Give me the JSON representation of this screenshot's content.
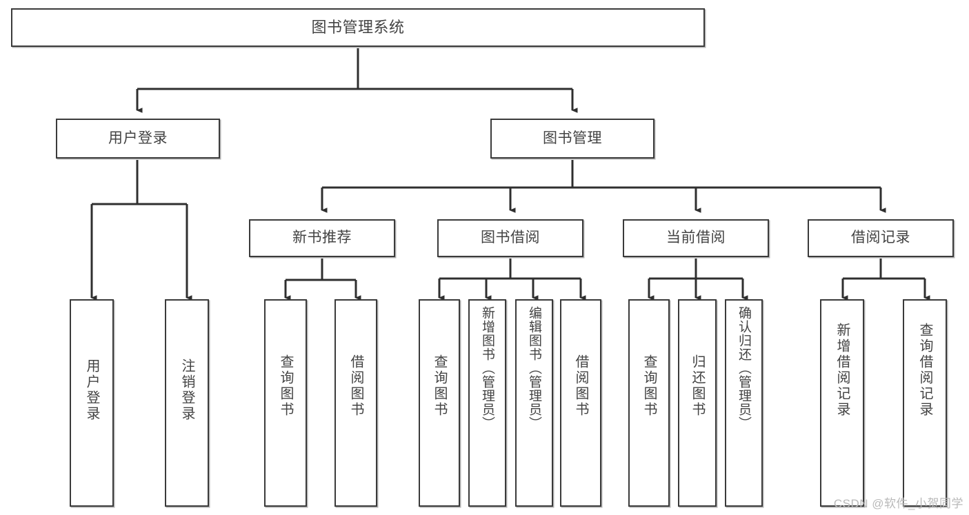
{
  "diagram": {
    "title": "图书管理系统",
    "type": "tree-hierarchy",
    "watermark": "CSDN @软件_小贺同学",
    "colors": {
      "background": "#ffffff",
      "box_border": "#3a3a3a",
      "box_fill": "#ffffff",
      "text": "#434343",
      "connector": "#2f2f2f",
      "watermark": "#b9b9b9"
    }
  },
  "nodes": {
    "root": {
      "label": "图书管理系统"
    },
    "level1": [
      {
        "id": "user-login",
        "label": "用户登录"
      },
      {
        "id": "book-manage",
        "label": "图书管理"
      }
    ],
    "level2": [
      {
        "id": "new-book-rec",
        "label": "新书推荐"
      },
      {
        "id": "book-borrow",
        "label": "图书借阅"
      },
      {
        "id": "current-borrow",
        "label": "当前借阅"
      },
      {
        "id": "borrow-record",
        "label": "借阅记录"
      }
    ],
    "leaves": {
      "user_login": [
        {
          "id": "leaf-user-login",
          "label": "用户登录"
        },
        {
          "id": "leaf-logout",
          "label": "注销登录"
        }
      ],
      "new_book_rec": [
        {
          "id": "leaf-query-book-1",
          "label": "查询图书"
        },
        {
          "id": "leaf-borrow-book-1",
          "label": "借阅图书"
        }
      ],
      "book_borrow": [
        {
          "id": "leaf-query-book-2",
          "label": "查询图书"
        },
        {
          "id": "leaf-add-book",
          "label": "新增图书（管理员）"
        },
        {
          "id": "leaf-edit-book",
          "label": "编辑图书（管理员）"
        },
        {
          "id": "leaf-borrow-book-2",
          "label": "借阅图书"
        }
      ],
      "current_borrow": [
        {
          "id": "leaf-query-book-3",
          "label": "查询图书"
        },
        {
          "id": "leaf-return-book",
          "label": "归还图书"
        },
        {
          "id": "leaf-confirm-return",
          "label": "确认归还（管理员）"
        }
      ],
      "borrow_record": [
        {
          "id": "leaf-add-record",
          "label": "新增借阅记录"
        },
        {
          "id": "leaf-query-record",
          "label": "查询借阅记录"
        }
      ]
    }
  }
}
